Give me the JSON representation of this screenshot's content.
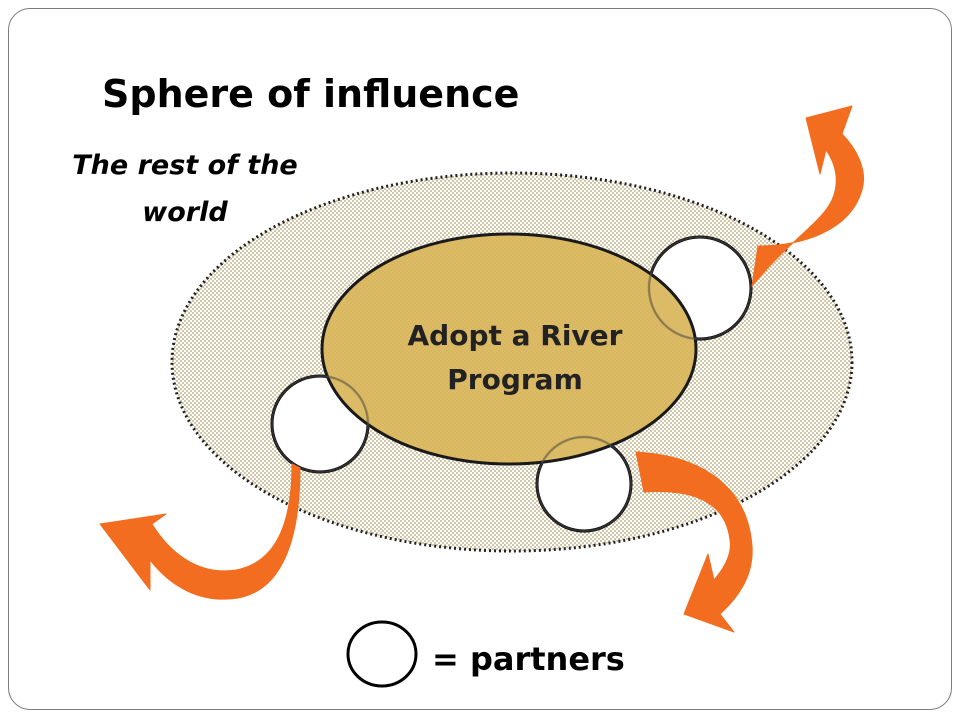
{
  "title": "Sphere of influence",
  "outer_label": "The rest of the world",
  "core_label": "Adopt a River Program",
  "legend": {
    "label": "= partners"
  },
  "colors": {
    "arrow": "#f26d1f",
    "core_fill": "#d9b55a",
    "core_stroke": "#1a1a1a",
    "sphere_fill": "#dcd4bd",
    "partner_stroke": "#000000"
  }
}
